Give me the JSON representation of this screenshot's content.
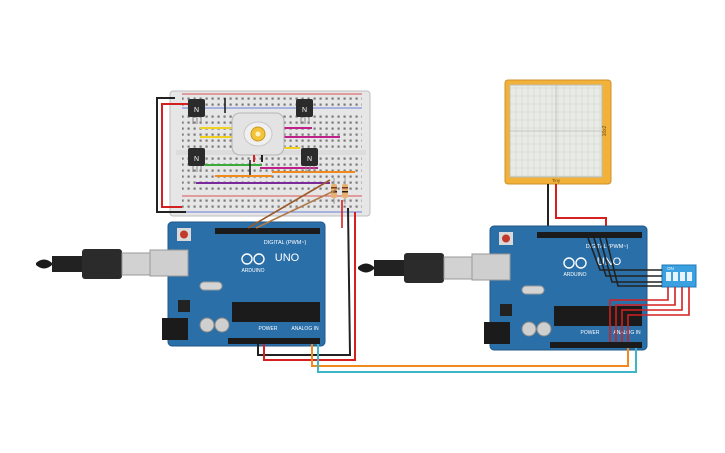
{
  "left_board": {
    "brand": "ARDUINO",
    "model": "UNO",
    "digital_label": "DIGITAL (PWM~)",
    "power_label": "POWER",
    "analog_label": "ANALOG IN"
  },
  "right_board": {
    "brand": "ARDUINO",
    "model": "UNO",
    "digital_label": "DIGITAL (PWM~)",
    "power_label": "POWER",
    "analog_label": "ANALOG IN"
  },
  "transistors": [
    {
      "label": "N"
    },
    {
      "label": "N"
    },
    {
      "label": "N"
    },
    {
      "label": "N"
    }
  ],
  "dip_switch": {
    "on_label": "ON"
  },
  "display": {
    "side_label": "16x2",
    "bottom_label": "Tiny"
  },
  "colors": {
    "arduino_blue": "#2a6fa8",
    "breadboard": "#e8e8e8",
    "lcd_frame": "#f2b23a",
    "wire_red": "#d42020",
    "wire_black": "#222222",
    "wire_orange": "#f08a1c",
    "wire_teal": "#3fb5c8",
    "wire_yellow": "#f0d020",
    "wire_purple": "#7a2a9a",
    "wire_green": "#3aaa3a",
    "wire_magenta": "#c0208a",
    "dip_blue": "#3aa0e0"
  }
}
